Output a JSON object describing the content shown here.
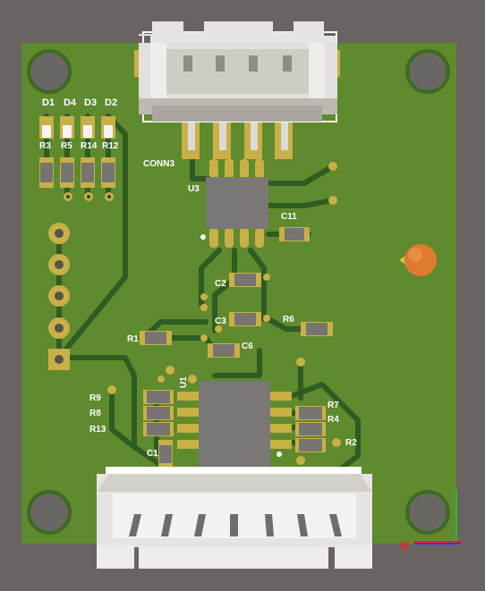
{
  "colors": {
    "background": "#696462",
    "board": "#5f8a2e",
    "trace": "#2f5c22",
    "pad_gold": "#c8b046",
    "silkscreen": "#ffffff",
    "ic_body": "#7a7877",
    "connector": "#e6e4e2",
    "marker": "#e07a2c"
  },
  "labels": {
    "d1": "D1",
    "d4": "D4",
    "d3": "D3",
    "d2": "D2",
    "r3": "R3",
    "r5": "R5",
    "r14": "R14",
    "r12": "R12",
    "conn3": "CONN3",
    "u3": "U3",
    "c11": "C11",
    "c2": "C2",
    "c3": "C3",
    "r6": "R6",
    "r1": "R1",
    "c6": "C6",
    "u1": "U1",
    "r9": "R9",
    "r8": "R8",
    "r13": "R13",
    "r7": "R7",
    "r4": "R4",
    "r2": "R2",
    "c1": "C1"
  },
  "icons": {
    "mounting_hole": "mounting-hole-icon",
    "axis_gizmo": "xyz-axis-gizmo-icon",
    "cursor_marker": "orange-sphere-marker-icon"
  }
}
